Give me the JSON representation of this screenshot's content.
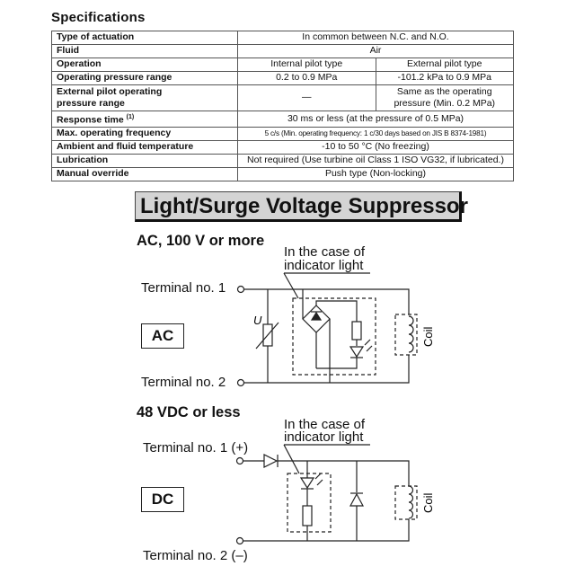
{
  "specifications": {
    "heading": "Specifications",
    "rows": [
      {
        "label": "Type of actuation",
        "value": "In common between N.C. and N.O."
      },
      {
        "label": "Fluid",
        "value": "Air"
      },
      {
        "label": "Operation",
        "internal": "Internal pilot type",
        "external": "External pilot type"
      },
      {
        "label": "Operating pressure range",
        "internal": "0.2 to 0.9 MPa",
        "external": "-101.2 kPa to 0.9 MPa"
      },
      {
        "label_line1": "External pilot operating",
        "label_line2": "pressure range",
        "internal": "—",
        "external_line1": "Same as the operating",
        "external_line2": "pressure (Min. 0.2 MPa)"
      },
      {
        "label": "Response time",
        "note": "(1)",
        "value": "30 ms or less (at the pressure of 0.5 MPa)"
      },
      {
        "label": "Max. operating frequency",
        "value": "5 c/s (Min. operating frequency: 1 c/30 days based on JIS B 8374-1981)"
      },
      {
        "label": "Ambient and fluid temperature",
        "value": "-10 to 50 °C (No freezing)"
      },
      {
        "label": "Lubrication",
        "value": "Not required (Use turbine oil Class 1 ISO VG32, if lubricated.)"
      },
      {
        "label": "Manual override",
        "value": "Push type (Non-locking)"
      }
    ]
  },
  "banner": "Light/Surge Voltage Suppressor",
  "ac_section": {
    "title": "AC, 100 V or more",
    "note_line1": "In the case of",
    "note_line2": "indicator light",
    "terminal1": "Terminal no. 1",
    "terminal2": "Terminal no. 2",
    "box_label": "AC",
    "varistor_symbol": "U",
    "coil_label": "Coil"
  },
  "dc_section": {
    "title": "48 VDC or less",
    "note_line1": "In the case of",
    "note_line2": "indicator light",
    "terminal1": "Terminal no. 1 (+)",
    "terminal2": "Terminal no. 2 (–)",
    "box_label": "DC",
    "coil_label": "Coil"
  }
}
